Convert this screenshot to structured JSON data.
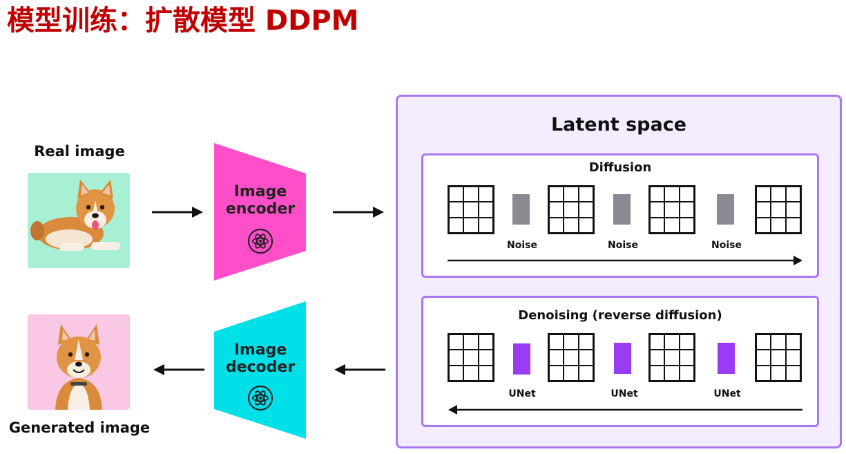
{
  "title": "模型训练：扩散模型 DDPM",
  "left": {
    "real_image_label": "Real image",
    "generated_image_label": "Generated image"
  },
  "encoder": {
    "line1": "Image",
    "line2": "encoder",
    "color": "#ff4fc8",
    "icon": "atom-icon"
  },
  "decoder": {
    "line1": "Image",
    "line2": "decoder",
    "color": "#00e0e8",
    "icon": "atom-icon"
  },
  "latent_space": {
    "title": "Latent space",
    "diffusion": {
      "title": "Diffusion",
      "step_labels": [
        "Noise",
        "Noise",
        "Noise"
      ],
      "block_color": "#8a8a94"
    },
    "denoising": {
      "title": "Denoising (reverse diffusion)",
      "step_labels": [
        "UNet",
        "UNet",
        "UNet"
      ],
      "block_color": "#9b3cf5"
    }
  },
  "colors": {
    "title": "#c00000",
    "latent_border": "#a978f0",
    "latent_fill": "#f4ecff",
    "real_photo_bg": "#a8f0d4",
    "generated_photo_bg": "#f9c8e4"
  }
}
